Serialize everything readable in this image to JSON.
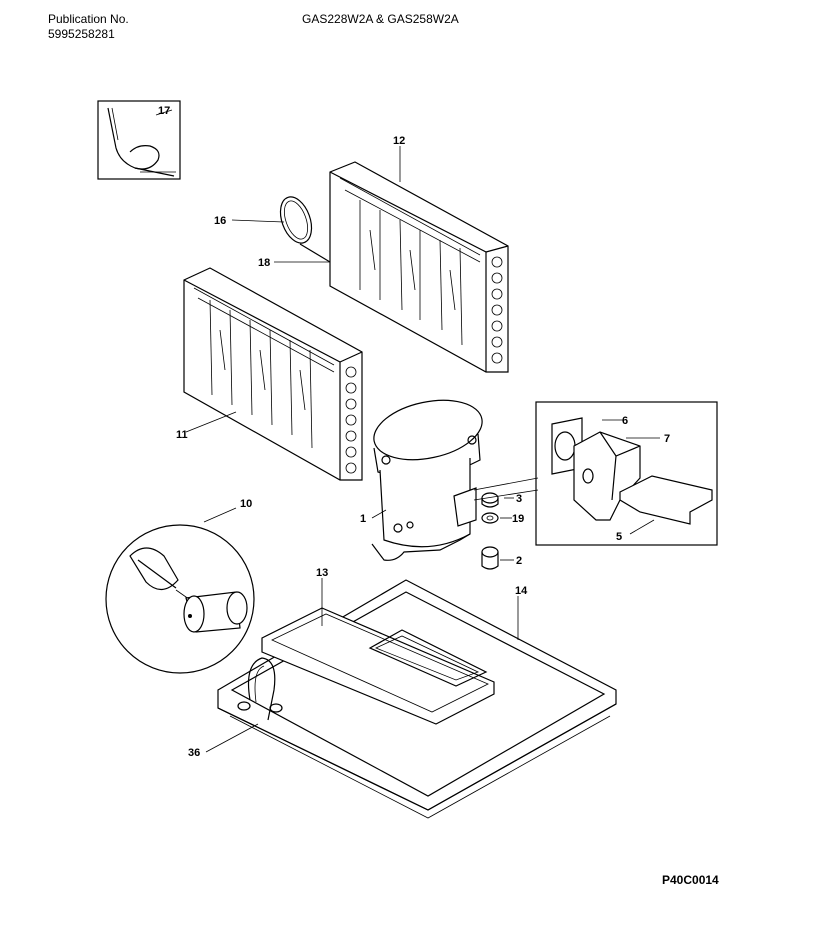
{
  "header": {
    "publication_label": "Publication No.",
    "publication_number": "5995258281",
    "models": "GAS228W2A & GAS258W2A"
  },
  "footer": {
    "diagram_code": "P40C0014"
  },
  "callouts": {
    "p1": "1",
    "p2": "2",
    "p3": "3",
    "p5": "5",
    "p6": "6",
    "p7": "7",
    "p10": "10",
    "p11": "11",
    "p12": "12",
    "p13": "13",
    "p14": "14",
    "p16": "16",
    "p17": "17",
    "p18": "18",
    "p19": "19",
    "p36": "36"
  }
}
